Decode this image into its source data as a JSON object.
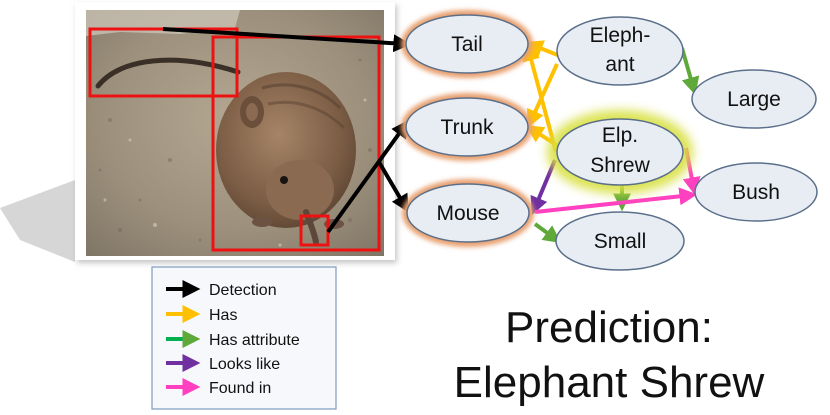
{
  "nodes": {
    "tail": {
      "label": "Tail"
    },
    "trunk": {
      "label": "Trunk"
    },
    "mouse": {
      "label": "Mouse"
    },
    "elephant": {
      "label_line1": "Eleph-",
      "label_line2": "ant"
    },
    "large": {
      "label": "Large"
    },
    "elp_shrew": {
      "label_line1": "Elp.",
      "label_line2": "Shrew"
    },
    "bush": {
      "label": "Bush"
    },
    "small": {
      "label": "Small"
    }
  },
  "legend": {
    "items": [
      {
        "label": "Detection",
        "color": "#000000"
      },
      {
        "label": "Has",
        "color": "#ffc000"
      },
      {
        "label": "Has attribute",
        "color": "#00b050"
      },
      {
        "label": "Looks like",
        "color": "#7030a0"
      },
      {
        "label": "Found in",
        "color": "#ff40c0"
      }
    ]
  },
  "prediction": {
    "line1": "Prediction:",
    "line2": "Elephant Shrew"
  },
  "colors": {
    "detected_node_glow": "#e8a070",
    "prediction_node_glow": "#d8e040",
    "node_fill": "#e8edf3",
    "node_stroke": "#5a6f8a",
    "bbox": "#ee1111"
  }
}
